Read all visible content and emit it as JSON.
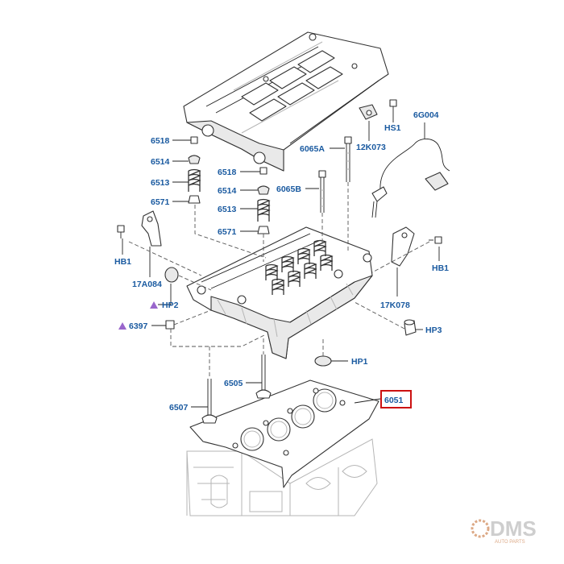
{
  "colors": {
    "label": "#1a5aa0",
    "highlight": "#cc1111",
    "marker": "#9966cc",
    "watermark": "#c9c9c9",
    "watermark_accent": "#d9a07a"
  },
  "labels": {
    "l6518a": "6518",
    "l6514a": "6514",
    "l6513a": "6513",
    "l6571a": "6571",
    "l6518b": "6518",
    "l6514b": "6514",
    "l6513b": "6513",
    "l6571b": "6571",
    "l6065a": "6065A",
    "l6065b": "6065B",
    "l12k073": "12K073",
    "lhs1": "HS1",
    "l6g004": "6G004",
    "lhb1a": "HB1",
    "lhb1b": "HB1",
    "l17a084": "17A084",
    "l17k078": "17K078",
    "lhp2": "HP2",
    "lhp3": "HP3",
    "lhp1": "HP1",
    "l6397": "6397",
    "l6505": "6505",
    "l6507": "6507",
    "l6051": "6051"
  },
  "watermark": {
    "logo": "DMS",
    "tagline": "AUTO PARTS"
  }
}
